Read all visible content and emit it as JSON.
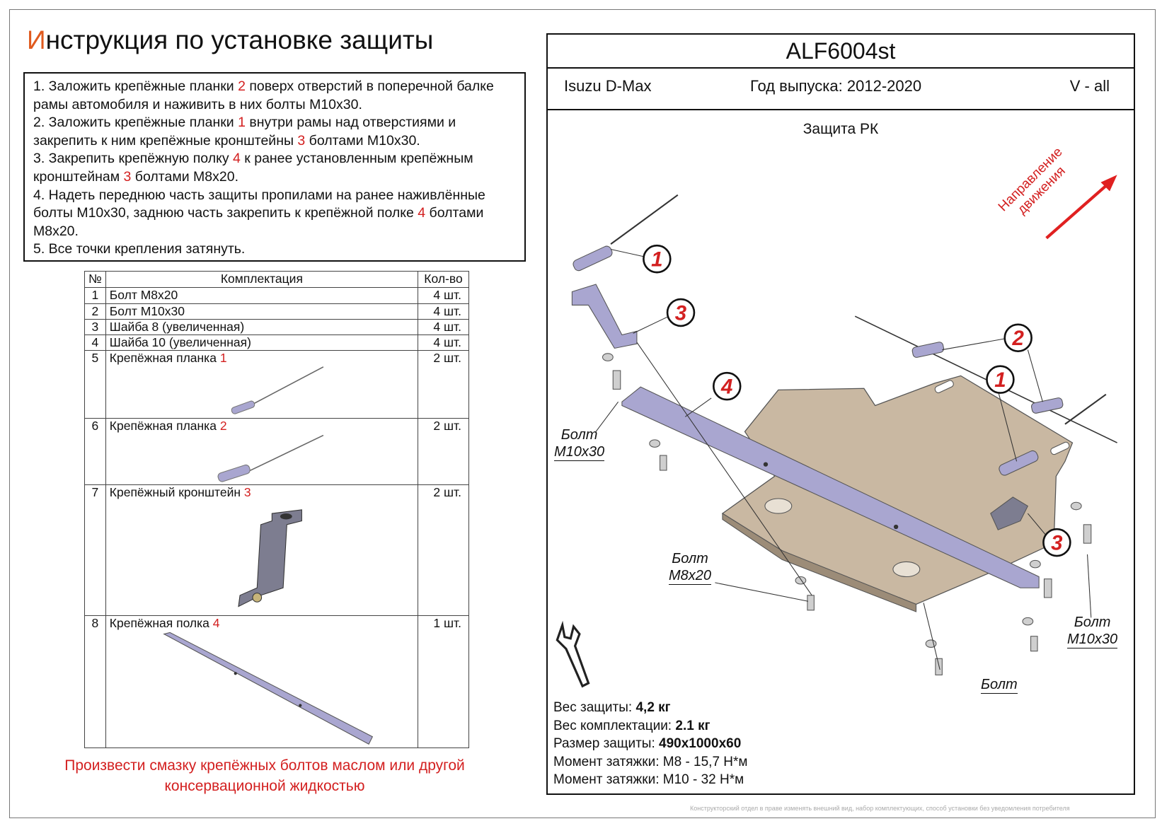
{
  "title": "Инструкция по установке защиты",
  "instructions": [
    [
      "1. Заложить крепёжные планки ",
      "2",
      " поверх отверстий в поперечной балке рамы автомобиля и наживить в них болты М10х30."
    ],
    [
      "2. Заложить крепёжные планки ",
      "1",
      " внутри рамы над отверстиями и закрепить к ним крепёжные кронштейны ",
      "3",
      " болтами М10х30."
    ],
    [
      "3. Закрепить крепёжную полку ",
      "4",
      " к ранее установленным крепёжным кронштейнам ",
      "3",
      " болтами М8х20."
    ],
    [
      "4. Надеть переднюю часть защиты пропилами на ранее наживлённые болты М10х30, заднюю часть закрепить к крепёжной полке ",
      "4",
      " болтами М8х20."
    ],
    [
      "5. Все точки крепления затянуть."
    ]
  ],
  "kit_table": {
    "headers": [
      "№",
      "Комплектация",
      "Кол-во"
    ],
    "rows": [
      {
        "n": "1",
        "name": "Болт М8х20",
        "ref": "",
        "qty": "4 шт."
      },
      {
        "n": "2",
        "name": "Болт М10х30",
        "ref": "",
        "qty": "4 шт."
      },
      {
        "n": "3",
        "name": "Шайба 8 (увеличенная)",
        "ref": "",
        "qty": "4 шт."
      },
      {
        "n": "4",
        "name": "Шайба 10 (увеличенная)",
        "ref": "",
        "qty": "4 шт."
      },
      {
        "n": "5",
        "name": "Крепёжная планка ",
        "ref": "1",
        "qty": "2 шт."
      },
      {
        "n": "6",
        "name": "Крепёжная планка ",
        "ref": "2",
        "qty": "2 шт."
      },
      {
        "n": "7",
        "name": "Крепёжный кронштейн ",
        "ref": "3",
        "qty": "2 шт."
      },
      {
        "n": "8",
        "name": "Крепёжная полка ",
        "ref": "4",
        "qty": "1 шт."
      }
    ]
  },
  "note": "Произвести смазку крепёжных болтов маслом или другой консервационной жидкостью",
  "header": {
    "code": "ALF6004st",
    "car": "Isuzu D-Max",
    "year": "Год выпуска: 2012-2020",
    "engine": "V - all"
  },
  "subtitle": "Защита РК",
  "direction": [
    "Направление",
    "движения"
  ],
  "callouts": [
    "1",
    "3",
    "2",
    "1",
    "4",
    "3"
  ],
  "labels": {
    "bolt": "Болт",
    "m10": "M10x30",
    "m8": "M8x20"
  },
  "specs": [
    {
      "k": "Вес защиты: ",
      "v": "4,2 кг",
      "bold": true
    },
    {
      "k": "Вес комплектации: ",
      "v": "2.1 кг",
      "bold": true
    },
    {
      "k": "Размер защиты: ",
      "v": "490x1000x60",
      "bold": true
    },
    {
      "k": "Момент затяжки:  ",
      "v": "M8 - 15,7 Н*м",
      "bold": false
    },
    {
      "k": "Момент затяжки:  ",
      "v": "M10 - 32 Н*м",
      "bold": false
    }
  ],
  "footer": "Конструкторский отдел в праве изменять внешний вид, набор комплектующих, способ установки без уведомления потребителя",
  "colors": {
    "accent_red": "#d32020",
    "title_orange": "#e05a1e",
    "plate": "#c9b8a2",
    "bracket": "#a9a6d0"
  }
}
